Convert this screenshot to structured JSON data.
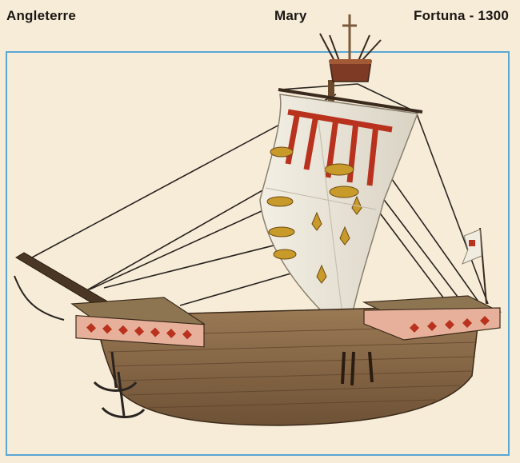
{
  "header": {
    "country": "Angleterre",
    "ship_name": "Mary",
    "type_year": "Fortuna - 1300"
  },
  "colors": {
    "background": "#f6ecd8",
    "frame": "#5aa7d4",
    "hull": "#8a6a48",
    "sail": "#ece8dc",
    "heraldic_red": "#b8321e",
    "heraldic_gold": "#c89a2a",
    "castle_band": "#d98a6a"
  },
  "illustration": {
    "icon": "medieval-cog-ship-illustration"
  }
}
